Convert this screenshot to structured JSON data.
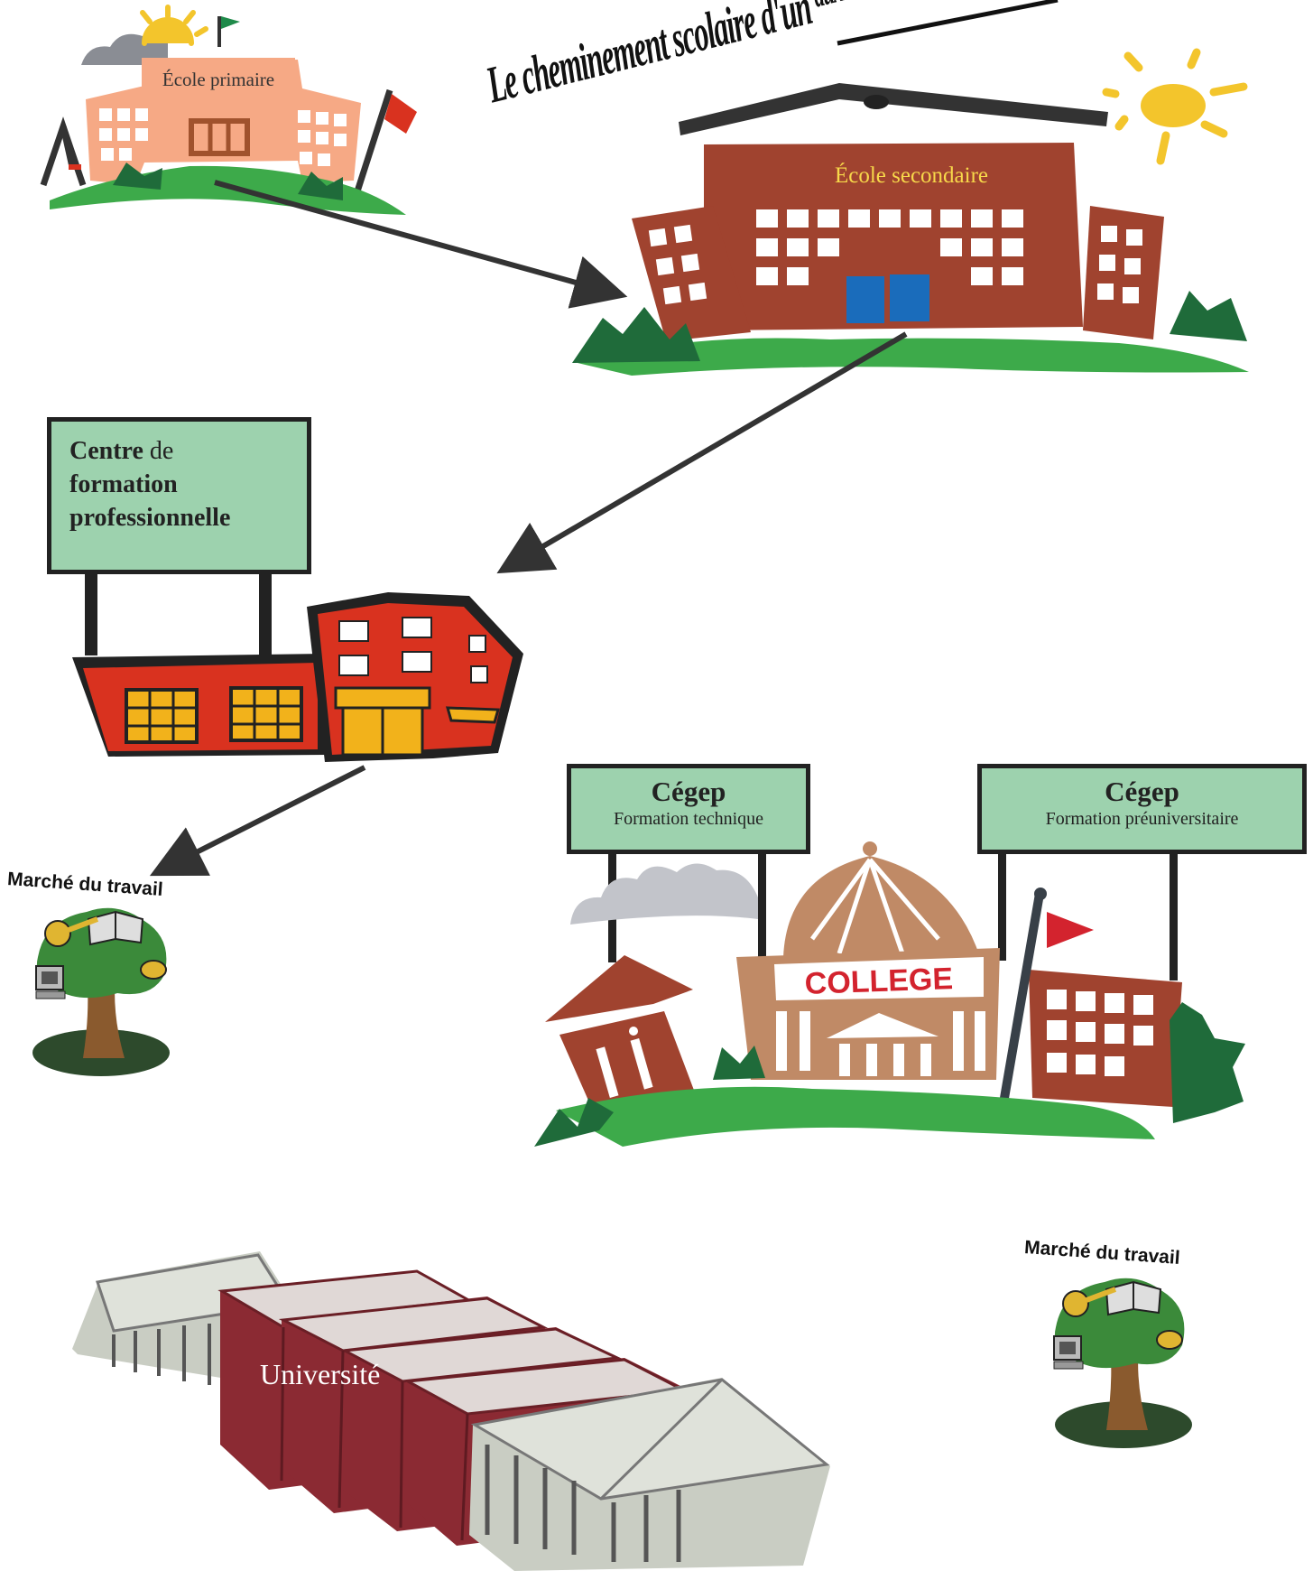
{
  "title": {
    "text": "Le cheminement scolaire d'un",
    "fill_in": "auxili"
  },
  "stages": {
    "primaire": {
      "label": "École primaire"
    },
    "secondaire": {
      "label": "École secondaire"
    },
    "cfp": {
      "word1": "Centre",
      "word2": "de",
      "line2": "formation",
      "line3": "professionnelle"
    },
    "cegep_technique": {
      "title": "Cégep",
      "subtitle": "Formation technique"
    },
    "cegep_preuniversitaire": {
      "title": "Cégep",
      "subtitle": "Formation préuniversitaire"
    },
    "college_banner": "COLLEGE",
    "universite": {
      "label": "Université"
    },
    "marche_1": {
      "label": "Marché du travail"
    },
    "marche_2": {
      "label": "Marché du travail"
    }
  },
  "colors": {
    "arrow": "#333333",
    "brick": "#a0432f",
    "grass": "#3daa4a",
    "bush": "#1f6b3a",
    "sun": "#f3c52c",
    "sign": "#9dd2ae",
    "cfp_red": "#d9321f",
    "cfp_window": "#f2b21b",
    "college_tan": "#c08a66",
    "book_red": "#8b2a33",
    "stone": "#c9cdc3"
  },
  "icons": [
    "sun-icon",
    "cloud-icon",
    "flag-icon",
    "swing-icon",
    "tree-icon",
    "book-icon",
    "computer-icon",
    "trumpet-icon"
  ]
}
